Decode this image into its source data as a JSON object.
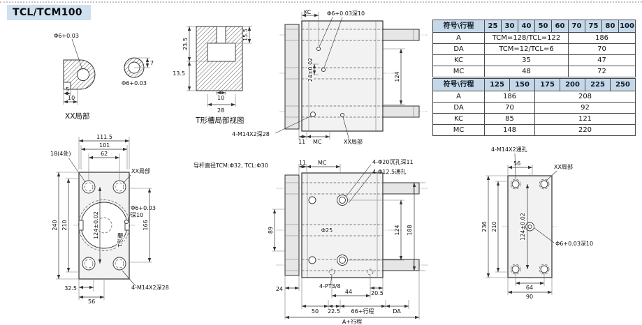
{
  "title": "TCL/TCM100",
  "theme": {
    "header_bg": "#c5d8e9",
    "title_bg": "#cfe0ef",
    "line_color": "#333333"
  },
  "tables": {
    "t1": {
      "h": [
        "符号\\行程",
        "25",
        "30",
        "40",
        "50",
        "60",
        "70",
        "75",
        "80",
        "100"
      ],
      "r": [
        {
          "s": "A",
          "v1": "TCM=128/TCL=122",
          "v2": "186"
        },
        {
          "s": "DA",
          "v1": "TCM=12/TCL=6",
          "v2": "70"
        },
        {
          "s": "KC",
          "v1": "35",
          "v2": "47"
        },
        {
          "s": "MC",
          "v1": "48",
          "v2": "72"
        }
      ]
    },
    "t2": {
      "h": [
        "符号\\行程",
        "125",
        "150",
        "175",
        "200",
        "225",
        "250"
      ],
      "r": [
        {
          "s": "A",
          "v1": "186",
          "v2": "208"
        },
        {
          "s": "DA",
          "v1": "70",
          "v2": "92"
        },
        {
          "s": "KC",
          "v1": "85",
          "v2": "121"
        },
        {
          "s": "MC",
          "v1": "148",
          "v2": "220"
        }
      ]
    }
  },
  "d": {
    "detail": {
      "phi6a": "Φ6+0.03",
      "dim5": "5",
      "dim10": "10",
      "dim7": "7",
      "phi6b": "Φ6+0.03",
      "xx": "XX局部",
      "t155": "15.5",
      "t235": "23.5",
      "t135": "13.5",
      "t10": "10",
      "t28": "28",
      "tlabel": "T形槽局部视图"
    },
    "top": {
      "kc": "KC",
      "phi6": "Φ6+0.03深10",
      "d124": "124",
      "d24": "24±0.02",
      "m14": "4-M14X2深28",
      "d11": "11",
      "mc": "MC",
      "xx": "XX局部"
    },
    "front": {
      "d1115": "111.5",
      "d101": "101",
      "d62": "62",
      "d18": "18(4处)",
      "d240": "240",
      "d210": "210",
      "d124": "124±0.02",
      "phi6": "Φ6+0.03",
      "deep": "深10",
      "d166": "166",
      "d325": "32.5",
      "d56": "56",
      "m14": "4-M14X2深28",
      "xx": "XX局部",
      "tslot": "T形槽"
    },
    "mid": {
      "rod": "导杆直径TCM:Φ32, TCL:Φ30",
      "d11": "11",
      "mc": "MC",
      "cbore": "4-Φ20沉孔深11",
      "thru": "4-Φ12.5通孔",
      "d89": "89",
      "phi25": "Φ25",
      "d124": "124",
      "d188": "188",
      "d24": "24",
      "pt": "4-PT3/8",
      "d205": "20.5",
      "d50": "50",
      "d225": "22.5",
      "d66": "66+行程",
      "d44": "44",
      "da": "DA",
      "astk": "A+行程"
    },
    "right": {
      "m14": "4-M14X2通孔",
      "d56": "56",
      "xx": "XX局部",
      "d236": "236",
      "d210": "210",
      "d124": "124±0.02",
      "phi6": "Φ6+0.03深10",
      "d64": "64",
      "d90": "90"
    }
  }
}
